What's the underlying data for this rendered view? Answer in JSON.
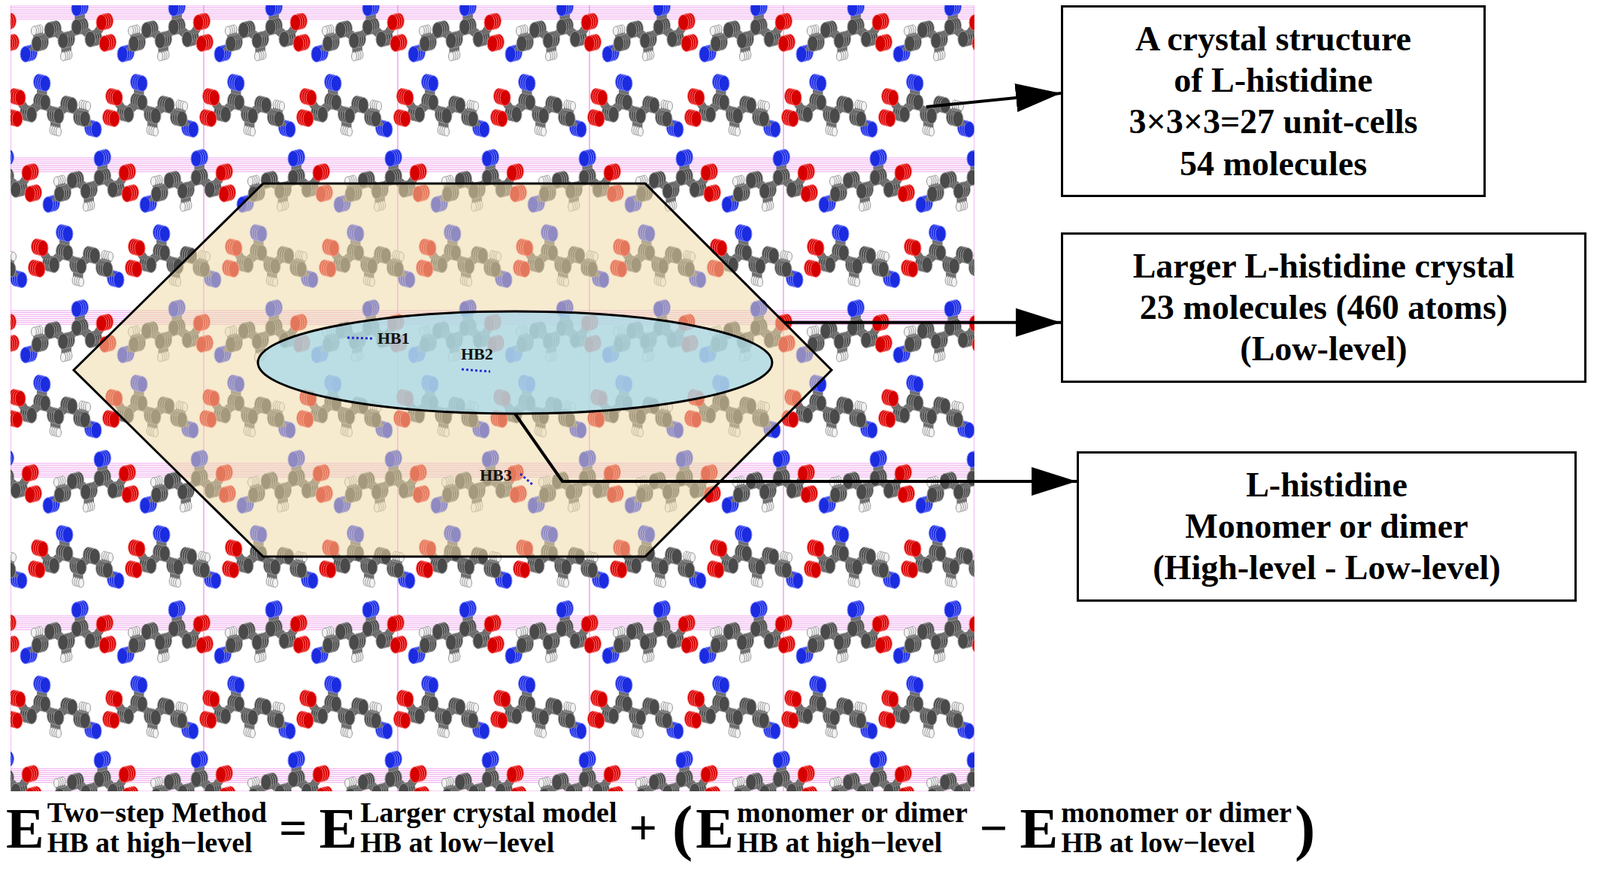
{
  "diagram": {
    "nodes": [
      {
        "text": [
          "HB3"
        ]
      },
      {
        "text": [
          "HB1",
          "HB2"
        ],
        "in": 0
      },
      {
        "text": [
          "A crystal structure of L-histidine",
          "3×3×3=27 unit-cells",
          "54 molecules"
        ]
      },
      {
        "text": [
          "Larger L-histidine crystal",
          "23 molecules (460 atoms)",
          "(Low-level)"
        ]
      },
      {
        "text": [
          "L-histidine",
          "Monomer or dimer",
          "(High-level - Low-level)"
        ]
      }
    ],
    "edges": [
      {
        "from": 0,
        "to": 3,
        "arrow": "to"
      },
      {
        "from": 1,
        "to": 4,
        "arrow": "to"
      }
    ],
    "labels": [
      "E",
      "Two−step Method",
      "HB at high−level",
      "=",
      "E",
      "Larger crystal model",
      "HB at low−level",
      "+",
      "(",
      "E",
      "monomer or dimer",
      "HB at high−level",
      "−",
      "E",
      "monomer or dimer",
      "HB at low−level",
      ")"
    ]
  }
}
